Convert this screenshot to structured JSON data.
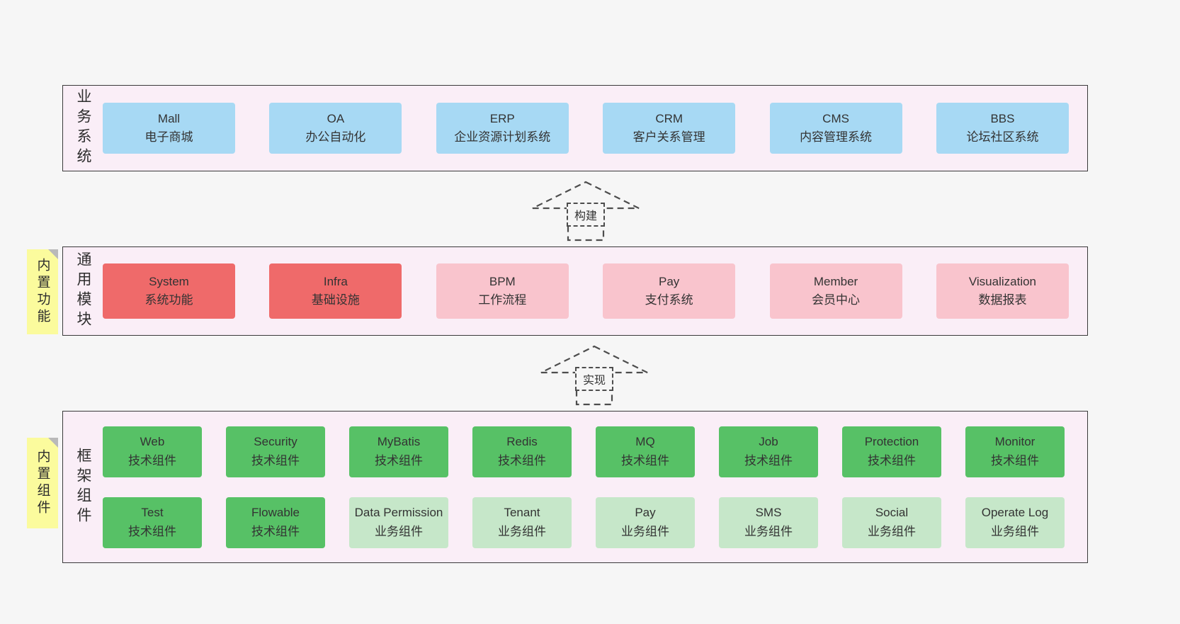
{
  "sections": {
    "business": {
      "label": "业务系统",
      "items": [
        {
          "title": "Mall",
          "subtitle": "电子商城"
        },
        {
          "title": "OA",
          "subtitle": "办公自动化"
        },
        {
          "title": "ERP",
          "subtitle": "企业资源计划系统"
        },
        {
          "title": "CRM",
          "subtitle": "客户关系管理"
        },
        {
          "title": "CMS",
          "subtitle": "内容管理系统"
        },
        {
          "title": "BBS",
          "subtitle": "论坛社区系统"
        }
      ]
    },
    "modules": {
      "label": "通用模块",
      "note": "内置功能",
      "items": [
        {
          "title": "System",
          "subtitle": "系统功能",
          "style": "red"
        },
        {
          "title": "Infra",
          "subtitle": "基础设施",
          "style": "red"
        },
        {
          "title": "BPM",
          "subtitle": "工作流程",
          "style": "pink"
        },
        {
          "title": "Pay",
          "subtitle": "支付系统",
          "style": "pink"
        },
        {
          "title": "Member",
          "subtitle": "会员中心",
          "style": "pink"
        },
        {
          "title": "Visualization",
          "subtitle": "数据报表",
          "style": "pink"
        }
      ]
    },
    "framework": {
      "label": "框架组件",
      "note": "内置组件",
      "row1": [
        {
          "title": "Web",
          "subtitle": "技术组件",
          "style": "green"
        },
        {
          "title": "Security",
          "subtitle": "技术组件",
          "style": "green"
        },
        {
          "title": "MyBatis",
          "subtitle": "技术组件",
          "style": "green"
        },
        {
          "title": "Redis",
          "subtitle": "技术组件",
          "style": "green"
        },
        {
          "title": "MQ",
          "subtitle": "技术组件",
          "style": "green"
        },
        {
          "title": "Job",
          "subtitle": "技术组件",
          "style": "green"
        },
        {
          "title": "Protection",
          "subtitle": "技术组件",
          "style": "green"
        },
        {
          "title": "Monitor",
          "subtitle": "技术组件",
          "style": "green"
        }
      ],
      "row2": [
        {
          "title": "Test",
          "subtitle": "技术组件",
          "style": "green"
        },
        {
          "title": "Flowable",
          "subtitle": "技术组件",
          "style": "green"
        },
        {
          "title": "Data Permission",
          "subtitle": "业务组件",
          "style": "lightgreen"
        },
        {
          "title": "Tenant",
          "subtitle": "业务组件",
          "style": "lightgreen"
        },
        {
          "title": "Pay",
          "subtitle": "业务组件",
          "style": "lightgreen"
        },
        {
          "title": "SMS",
          "subtitle": "业务组件",
          "style": "lightgreen"
        },
        {
          "title": "Social",
          "subtitle": "业务组件",
          "style": "lightgreen"
        },
        {
          "title": "Operate Log",
          "subtitle": "业务组件",
          "style": "lightgreen"
        }
      ]
    }
  },
  "arrows": {
    "build": "构建",
    "implement": "实现"
  },
  "colors": {
    "page_bg": "#f6f6f6",
    "container_bg": "#faeef7",
    "container_border": "#3a3a3a",
    "blue": "#a7d9f4",
    "red": "#ef6a6a",
    "pink": "#f9c4cd",
    "green": "#57c166",
    "lightgreen": "#c6e7c9",
    "note_yellow": "#fbfb9d"
  }
}
